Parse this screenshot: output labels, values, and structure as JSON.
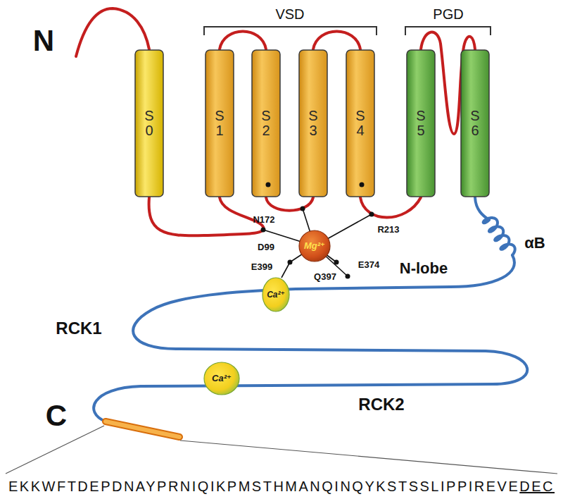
{
  "diagram": {
    "nodes": [
      {
        "text": [
          "S 0"
        ]
      },
      {
        "text": [
          "S 1"
        ]
      },
      {
        "text": [
          "S 2"
        ]
      },
      {
        "text": [
          "S 3"
        ]
      },
      {
        "text": [
          "S 4"
        ]
      },
      {
        "text": [
          "S 5"
        ]
      },
      {
        "text": [
          "S 6"
        ]
      },
      {
        "text": [
          "Mg²⁺"
        ]
      },
      {
        "text": [
          "Ca²⁺"
        ]
      },
      {
        "text": [
          "Ca²⁺"
        ]
      }
    ],
    "labels": [
      "N",
      "VSD",
      "PGD",
      "N172",
      "R213",
      "D99",
      "E399",
      "E374",
      "Q397",
      "N-lobe",
      "αB",
      "RCK1",
      "RCK2",
      "C",
      "EKKWFTDEPDNAYPRNIQIKPMSTHMANQINQYKSTSSLIPPIREVE",
      "DEC"
    ]
  }
}
